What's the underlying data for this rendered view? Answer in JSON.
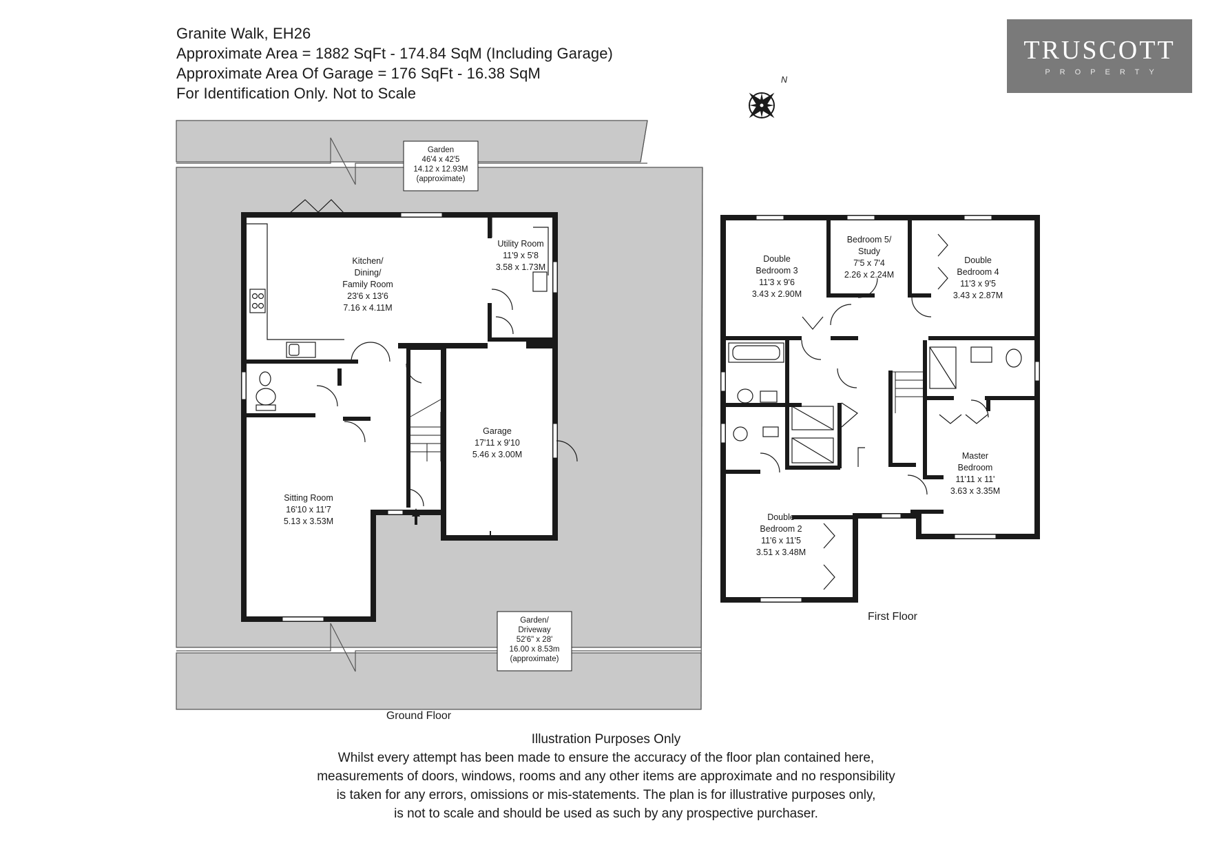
{
  "header": {
    "title": "Granite Walk, EH26",
    "area": "Approximate Area = 1882 SqFt - 174.84 SqM  (Including Garage)",
    "garage_area": "Approximate Area Of Garage = 176 SqFt - 16.38 SqM",
    "note": "For Identification Only. Not to Scale"
  },
  "logo": {
    "brand": "TRUSCOTT",
    "sub": "PROPERTY",
    "background": "#7a7a7a"
  },
  "compass": {
    "label": "N"
  },
  "ground_floor": {
    "label": "Ground Floor",
    "garden_top": {
      "name": "Garden",
      "imperial": "46'4 x 42'5",
      "metric": "14.12 x 12.93M",
      "note": "(approximate)"
    },
    "garden_bottom": {
      "name": "Garden/",
      "name2": "Driveway",
      "imperial": "52'6\" x 28'",
      "metric": "16.00 x 8.53m",
      "note": "(approximate)"
    },
    "kitchen": {
      "l1": "Kitchen/",
      "l2": "Dining/",
      "l3": "Family Room",
      "imperial": "23'6 x 13'6",
      "metric": "7.16 x 4.11M"
    },
    "utility": {
      "name": "Utility Room",
      "imperial": "11'9 x 5'8",
      "metric": "3.58 x 1.73M"
    },
    "garage": {
      "name": "Garage",
      "imperial": "17'11 x 9'10",
      "metric": "5.46 x 3.00M"
    },
    "sitting": {
      "name": "Sitting Room",
      "imperial": "16'10 x 11'7",
      "metric": "5.13 x 3.53M"
    }
  },
  "first_floor": {
    "label": "First Floor",
    "bed3": {
      "l1": "Double",
      "l2": "Bedroom 3",
      "imperial": "11'3 x 9'6",
      "metric": "3.43 x 2.90M"
    },
    "bed5": {
      "l1": "Bedroom 5/",
      "l2": "Study",
      "imperial": "7'5 x 7'4",
      "metric": "2.26 x 2.24M"
    },
    "bed4": {
      "l1": "Double",
      "l2": "Bedroom 4",
      "imperial": "11'3 x 9'5",
      "metric": "3.43 x 2.87M"
    },
    "master": {
      "l1": "Master",
      "l2": "Bedroom",
      "imperial": "11'11 x 11'",
      "metric": "3.63 x 3.35M"
    },
    "bed2": {
      "l1": "Double",
      "l2": "Bedroom 2",
      "imperial": "11'6 x 11'5",
      "metric": "3.51 x 3.48M"
    }
  },
  "disclaimer": {
    "title": "Illustration Purposes Only",
    "lines": [
      "Whilst every attempt has been made to ensure the accuracy of the floor plan contained here,",
      "measurements of doors, windows, rooms and any other items are approximate and no responsibility",
      "is taken for any errors, omissions or mis-statements. The plan is for illustrative purposes only,",
      "is not to scale and should be used as such by any prospective purchaser."
    ]
  },
  "colors": {
    "wall": "#1a1a1a",
    "garden": "#c9c9c9",
    "floor": "#ffffff"
  }
}
